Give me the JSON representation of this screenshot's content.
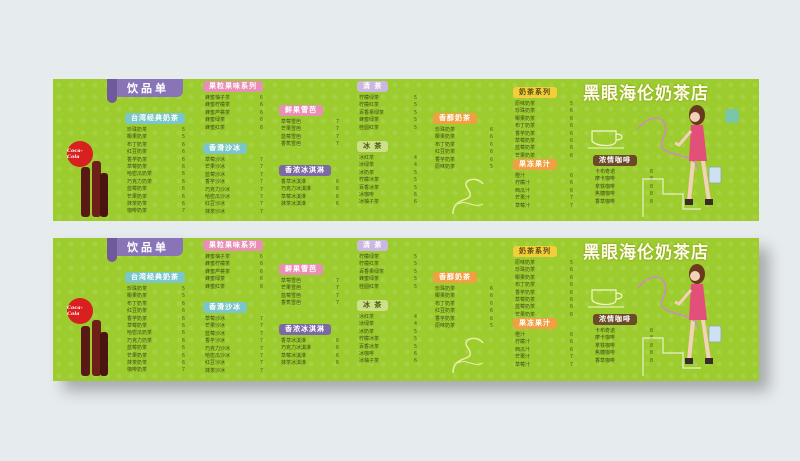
{
  "shop_name": "黑眼海伦奶茶店",
  "menu_title": "饮品单",
  "brand_logo_text": "Coca-Cola",
  "colors": {
    "board": "#9ccc2e",
    "banner": "#8a74b8",
    "cat_pink": "#e88fb4",
    "cat_green": "#cce08a",
    "cat_teal": "#7bc6c6",
    "cat_purple": "#7d6aa5",
    "cat_lavender": "#c9b8e0",
    "cat_orange": "#f0a042",
    "cat_yellow": "#f2cf3a",
    "cat_brown": "#6b4a2a"
  },
  "categories": {
    "c1": "台湾经典奶茶",
    "c2": "果粒果味系列",
    "c3": "鲜果雪芭",
    "c4": "香滑沙冰",
    "c5": "香浓冰淇淋",
    "c6": "清 茶",
    "c7": "冰 茶",
    "c8": "奶茶系列",
    "c9": "香醇奶茶",
    "c10": "果冻果汁",
    "c11": "浓情咖啡"
  },
  "items": {
    "col1": [
      [
        "珍珠奶茶",
        "5"
      ],
      [
        "椰果奶茶",
        "5"
      ],
      [
        "布丁奶茶",
        "6"
      ],
      [
        "红豆奶茶",
        "6"
      ],
      [
        "香芋奶茶",
        "6"
      ],
      [
        "草莓奶茶",
        "6"
      ],
      [
        "哈密瓜奶茶",
        "6"
      ],
      [
        "巧克力奶茶",
        "6"
      ],
      [
        "蓝莓奶茶",
        "6"
      ],
      [
        "芒果奶茶",
        "6"
      ],
      [
        "抹茶奶茶",
        "6"
      ],
      [
        "咖啡奶茶",
        "7"
      ]
    ],
    "col2": [
      [
        "蜂蜜柚子茶",
        "6"
      ],
      [
        "蜂蜜柠檬茶",
        "6"
      ],
      [
        "蜂蜜芦荟茶",
        "6"
      ],
      [
        "蜂蜜绿茶",
        "6"
      ],
      [
        "蜂蜜红茶",
        "6"
      ]
    ],
    "col3": [
      [
        "草莓沙冰",
        "7"
      ],
      [
        "芒果沙冰",
        "7"
      ],
      [
        "蓝莓沙冰",
        "7"
      ],
      [
        "香芋沙冰",
        "7"
      ],
      [
        "巧克力沙冰",
        "7"
      ],
      [
        "哈密瓜沙冰",
        "7"
      ],
      [
        "红豆沙冰",
        "7"
      ],
      [
        "抹茶沙冰",
        "7"
      ]
    ],
    "col4": [
      [
        "草莓雪芭",
        "7"
      ],
      [
        "芒果雪芭",
        "7"
      ],
      [
        "蓝莓雪芭",
        "7"
      ],
      [
        "香蕉雪芭",
        "7"
      ]
    ],
    "col5": [
      [
        "香草冰淇淋",
        "6"
      ],
      [
        "巧克力冰淇淋",
        "6"
      ],
      [
        "草莓冰淇淋",
        "6"
      ],
      [
        "抹茶冰淇淋",
        "6"
      ]
    ],
    "col6": [
      [
        "柠檬绿茶",
        "5"
      ],
      [
        "柠檬红茶",
        "5"
      ],
      [
        "百香果绿茶",
        "5"
      ],
      [
        "蜂蜜绿茶",
        "5"
      ],
      [
        "桂圆红茶",
        "5"
      ]
    ],
    "col7": [
      [
        "冰红茶",
        "4"
      ],
      [
        "冰绿茶",
        "4"
      ],
      [
        "冰奶茶",
        "5"
      ],
      [
        "柠檬冰茶",
        "5"
      ],
      [
        "百香冰茶",
        "5"
      ],
      [
        "冰咖啡",
        "6"
      ],
      [
        "冰柚子茶",
        "6"
      ]
    ],
    "col8": [
      [
        "珍珠奶茶",
        "6"
      ],
      [
        "椰果奶茶",
        "6"
      ],
      [
        "布丁奶茶",
        "6"
      ],
      [
        "红豆奶茶",
        "6"
      ],
      [
        "香芋奶茶",
        "6"
      ],
      [
        "原味奶茶",
        "5"
      ]
    ],
    "col9": [
      [
        "原味奶茶",
        "5"
      ],
      [
        "珍珠奶茶",
        "6"
      ],
      [
        "椰果奶茶",
        "6"
      ],
      [
        "布丁奶茶",
        "6"
      ],
      [
        "香芋奶茶",
        "6"
      ],
      [
        "草莓奶茶",
        "6"
      ],
      [
        "蓝莓奶茶",
        "6"
      ],
      [
        "芒果奶茶",
        "6"
      ]
    ],
    "col10": [
      [
        "橙汁",
        "6"
      ],
      [
        "柠檬汁",
        "6"
      ],
      [
        "西瓜汁",
        "6"
      ],
      [
        "芒果汁",
        "7"
      ],
      [
        "草莓汁",
        "7"
      ]
    ],
    "col11": [
      [
        "卡布奇诺",
        "8"
      ],
      [
        "摩卡咖啡",
        "8"
      ],
      [
        "拿铁咖啡",
        "8"
      ],
      [
        "焦糖咖啡",
        "8"
      ],
      [
        "香草咖啡",
        "8"
      ]
    ]
  }
}
